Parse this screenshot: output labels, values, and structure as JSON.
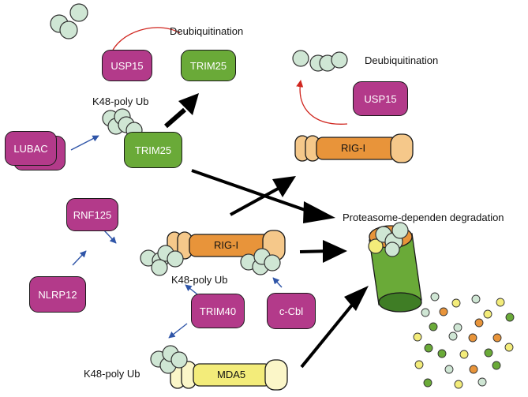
{
  "labels": {
    "deubiq_top": "Deubiquitination",
    "deubiq_right": "Deubiquitination",
    "k48_top": "K48-poly Ub",
    "k48_mid": "K48-poly Ub",
    "k48_bottom": "K48-poly Ub",
    "proteasome": "Proteasome-dependen degradation"
  },
  "proteins": {
    "usp15_top": "USP15",
    "trim25_top": "TRIM25",
    "trim25_mid": "TRIM25",
    "lubac": "LUBAC",
    "usp15_right": "USP15",
    "rig_i_right": "RIG-I",
    "rnf125": "RNF125",
    "rig_i_center": "RIG-I",
    "nlrp12": "NLRP12",
    "trim40": "TRIM40",
    "c_cbl": "c-Cbl",
    "mda5": "MDA5"
  },
  "colors": {
    "e3_ligase": "#b33a8a",
    "trim25": "#6aaa38",
    "rig_i": "#e8943a",
    "rig_i_card": "#f5c88a",
    "mda5": "#f3ec7a",
    "mda5_card": "#fbf6c8",
    "ubiquitin": "#cfe6d4",
    "arrow_blue": "#2f55a8",
    "arrow_red": "#d0261f",
    "proteasome": "#6aaa38"
  }
}
